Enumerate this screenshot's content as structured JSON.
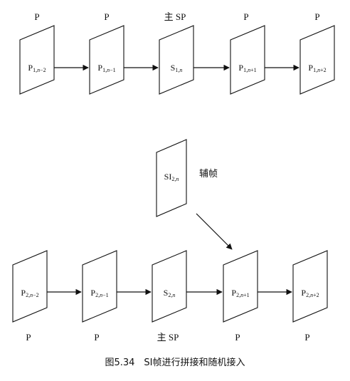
{
  "row1": {
    "frames": [
      {
        "main": "P",
        "sub": "1,",
        "var": "n",
        "suffix": "−2",
        "type_label": "P"
      },
      {
        "main": "P",
        "sub": "1,",
        "var": "n",
        "suffix": "−1",
        "type_label": "P"
      },
      {
        "main": "S",
        "sub": "1,",
        "var": "n",
        "suffix": "",
        "type_label": "主 SP"
      },
      {
        "main": "P",
        "sub": "1,",
        "var": "n",
        "suffix": "+1",
        "type_label": "P"
      },
      {
        "main": "P",
        "sub": "1,",
        "var": "n",
        "suffix": "+2",
        "type_label": "P"
      }
    ]
  },
  "aux": {
    "frame": {
      "main": "SI",
      "sub": "2,",
      "var": "n",
      "suffix": ""
    },
    "label": "辅帧"
  },
  "row2": {
    "frames": [
      {
        "main": "P",
        "sub": "2,",
        "var": "n",
        "suffix": "−2",
        "type_label": "P"
      },
      {
        "main": "P",
        "sub": "2,",
        "var": "n",
        "suffix": "−1",
        "type_label": "P"
      },
      {
        "main": "S",
        "sub": "2,",
        "var": "n",
        "suffix": "",
        "type_label": "主 SP"
      },
      {
        "main": "P",
        "sub": "2,",
        "var": "n",
        "suffix": "+1",
        "type_label": "P"
      },
      {
        "main": "P",
        "sub": "2,",
        "var": "n",
        "suffix": "+2",
        "type_label": "P"
      }
    ]
  },
  "caption": "图5.34　SI帧进行拼接和随机接入"
}
